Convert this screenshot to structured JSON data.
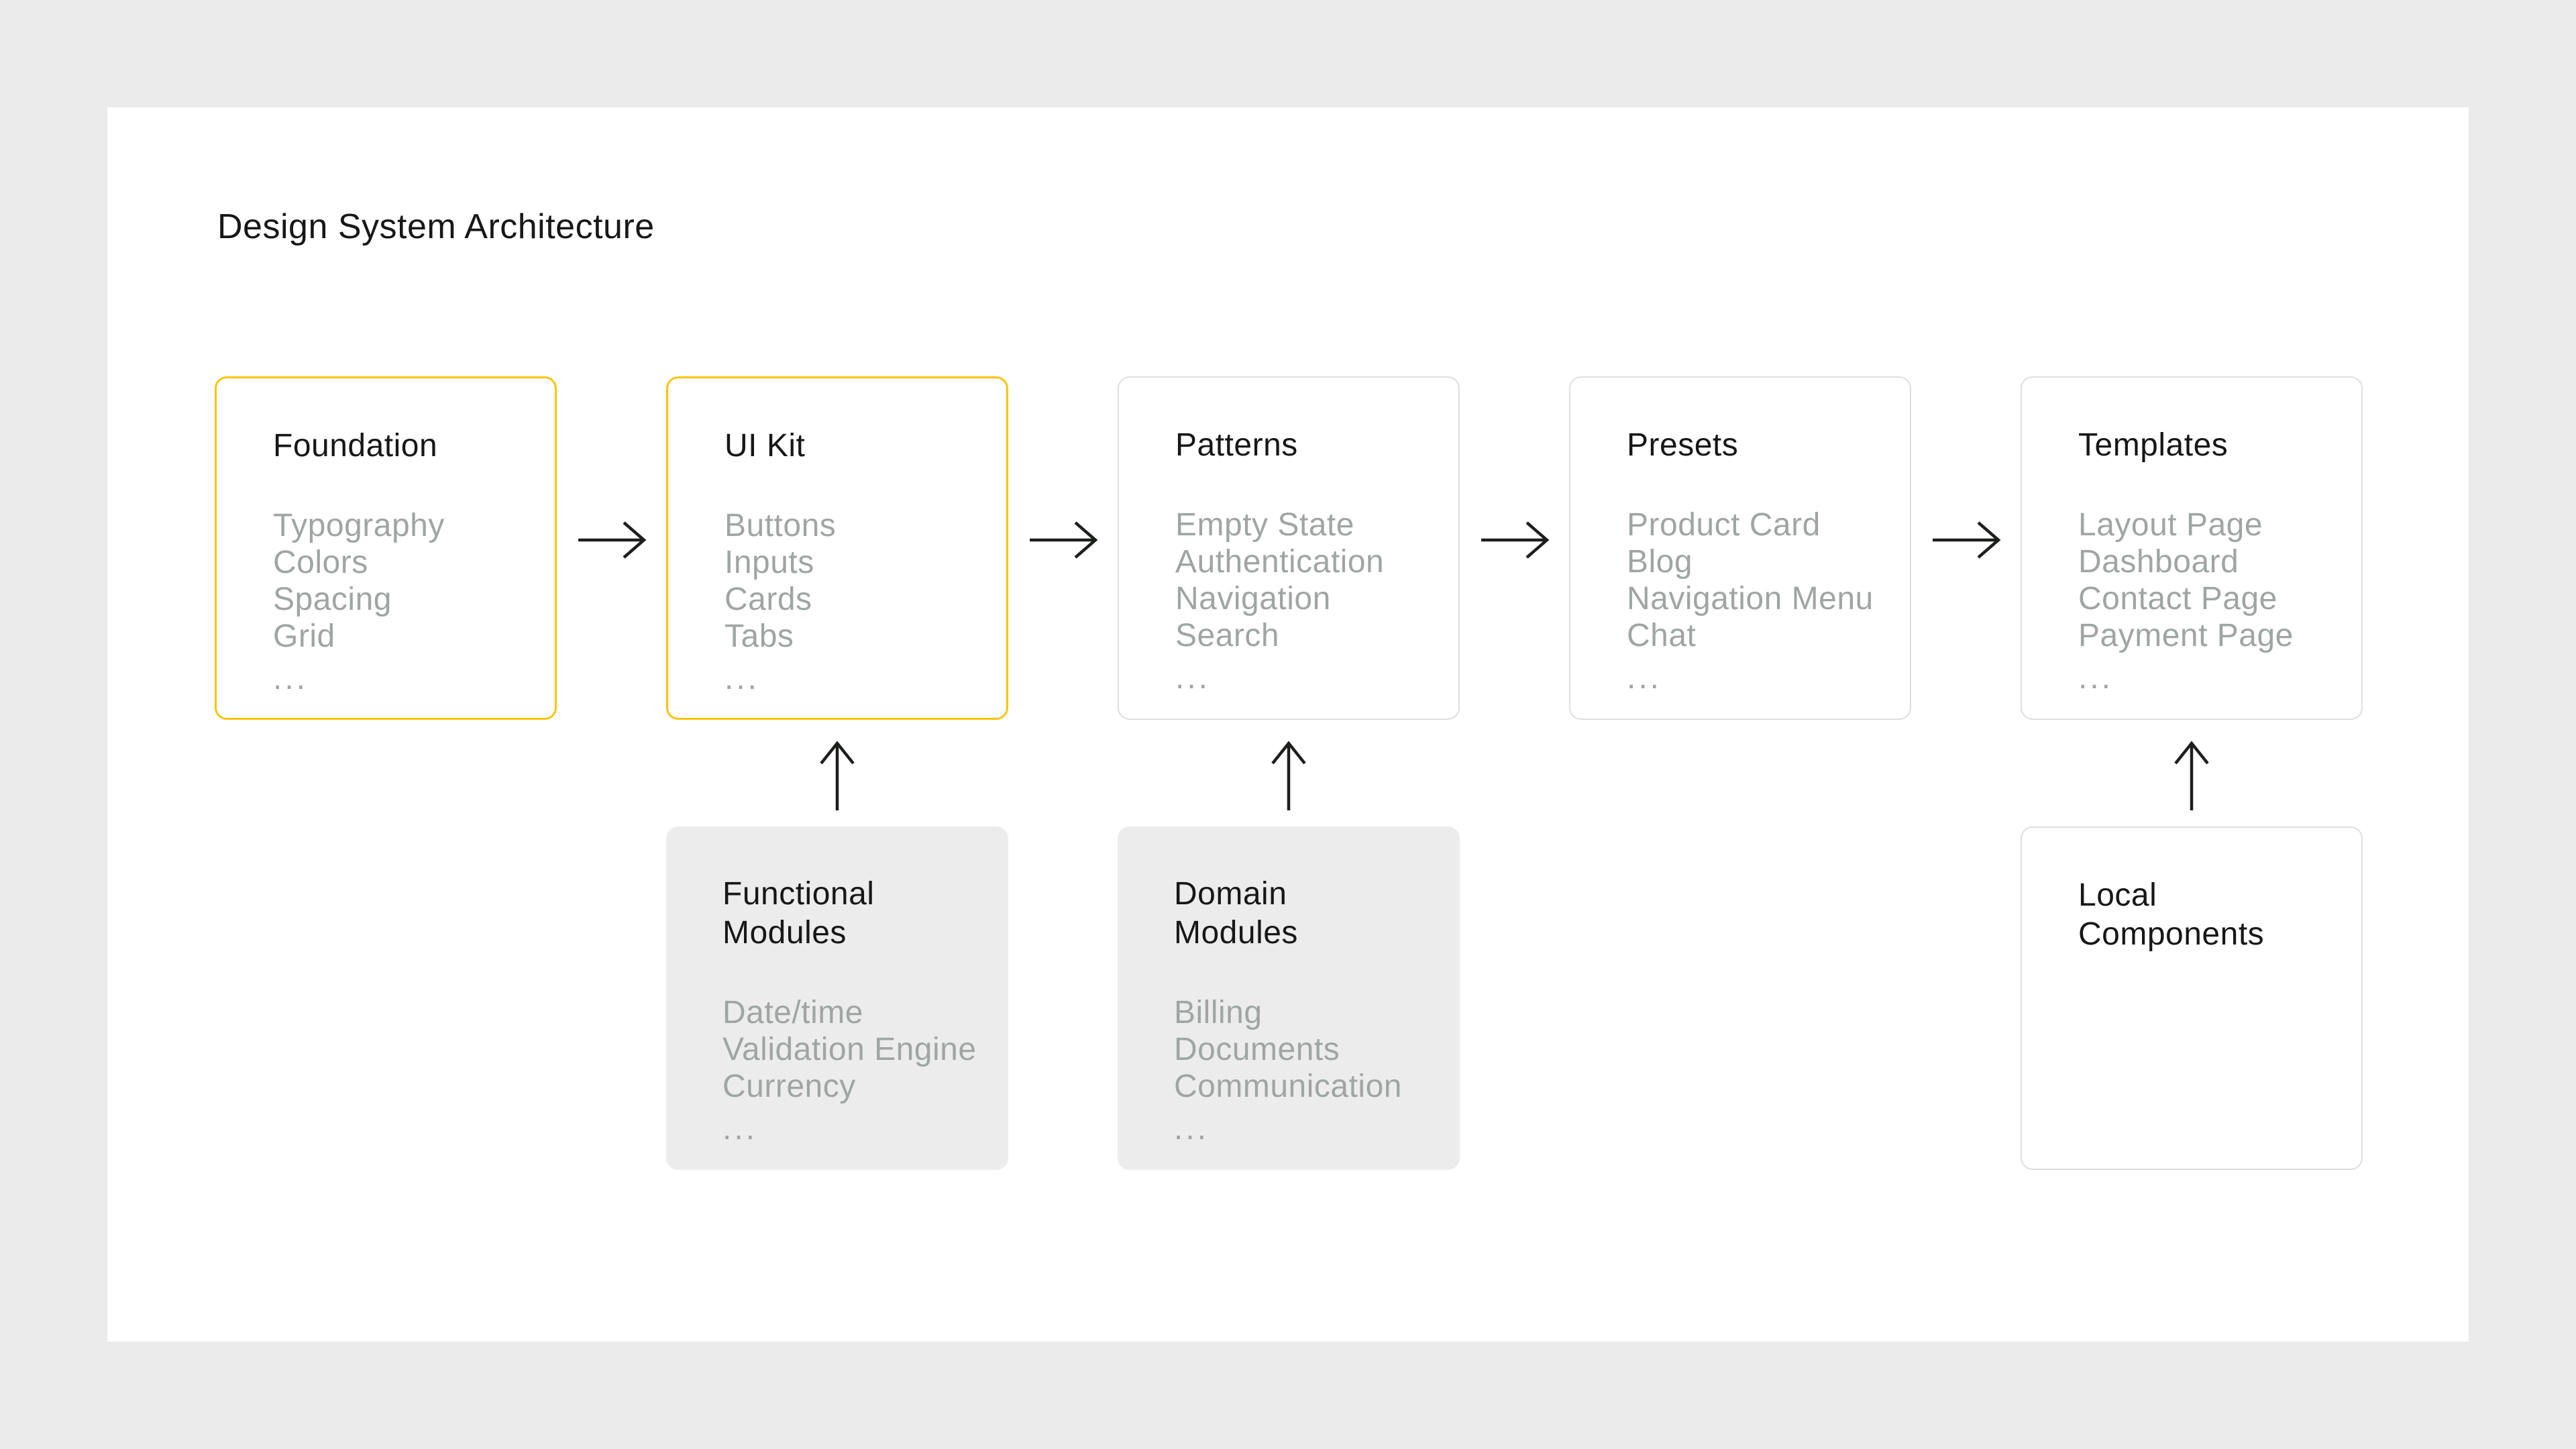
{
  "page": {
    "title": "Design System Architecture"
  },
  "theme": {
    "bg": "#ebebeb",
    "panel": "#ffffff",
    "ink": "#161816",
    "muted": "#a0a5a3",
    "line": "#dcdedd",
    "accent": "#fbc40a",
    "fill": "#ececec",
    "arrow": "#1d1f1d"
  },
  "cards": [
    {
      "id": "foundation",
      "variant": "accent",
      "title": "Foundation",
      "items": [
        "Typography",
        "Colors",
        "Spacing",
        "Grid"
      ],
      "ellipsis": "..."
    },
    {
      "id": "ui-kit",
      "variant": "accent",
      "title": "UI Kit",
      "items": [
        "Buttons",
        "Inputs",
        "Cards",
        "Tabs"
      ],
      "ellipsis": "..."
    },
    {
      "id": "patterns",
      "variant": "outline",
      "title": "Patterns",
      "items": [
        "Empty State",
        "Authentication",
        "Navigation",
        "Search"
      ],
      "ellipsis": "..."
    },
    {
      "id": "presets",
      "variant": "outline",
      "title": "Presets",
      "items": [
        "Product Card",
        "Blog",
        "Navigation Menu",
        "Chat"
      ],
      "ellipsis": "..."
    },
    {
      "id": "templates",
      "variant": "outline",
      "title": "Templates",
      "items": [
        "Layout Page",
        "Dashboard",
        "Contact Page",
        "Payment Page"
      ],
      "ellipsis": "..."
    },
    {
      "id": "functional-modules",
      "variant": "fill",
      "title": "Functional Modules",
      "items": [
        "Date/time",
        "Validation Engine",
        "Currency"
      ],
      "ellipsis": "..."
    },
    {
      "id": "domain-modules",
      "variant": "fill",
      "title": "Domain Modules",
      "items": [
        "Billing",
        "Documents",
        "Communication"
      ],
      "ellipsis": "..."
    },
    {
      "id": "local-components",
      "variant": "outline",
      "title": "Local Components",
      "items": []
    }
  ],
  "connections": [
    {
      "from": "Foundation",
      "to": "UI Kit",
      "direction": "right"
    },
    {
      "from": "UI Kit",
      "to": "Patterns",
      "direction": "right"
    },
    {
      "from": "Patterns",
      "to": "Presets",
      "direction": "right"
    },
    {
      "from": "Presets",
      "to": "Templates",
      "direction": "right"
    },
    {
      "from": "Functional Modules",
      "to": "UI Kit",
      "direction": "up"
    },
    {
      "from": "Domain Modules",
      "to": "Patterns",
      "direction": "up"
    },
    {
      "from": "Local Components",
      "to": "Templates",
      "direction": "up"
    }
  ]
}
